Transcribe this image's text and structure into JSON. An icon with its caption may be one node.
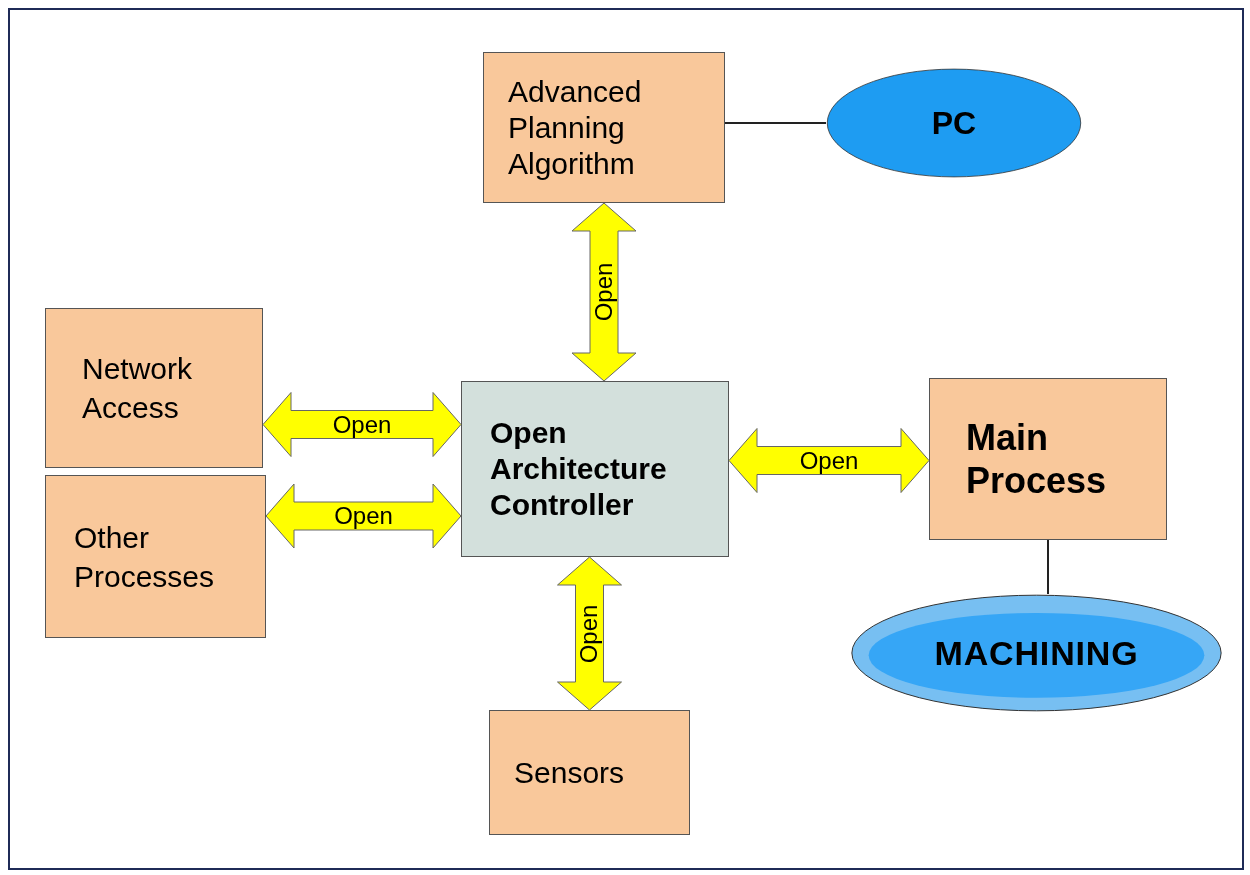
{
  "diagram": {
    "nodes": [
      {
        "text": [
          "Advanced Planning Algorithm"
        ]
      },
      {
        "text": [
          "PC"
        ]
      },
      {
        "text": [
          "Network Access"
        ]
      },
      {
        "text": [
          "Open Architecture Controller"
        ]
      },
      {
        "text": [
          "Main Process"
        ]
      },
      {
        "text": [
          "Other Processes"
        ]
      },
      {
        "text": [
          "MACHINING"
        ]
      },
      {
        "text": [
          "Sensors"
        ]
      }
    ],
    "edges": [
      {
        "from": 0,
        "to": 1,
        "arrow": "none"
      },
      {
        "from": 0,
        "to": 3,
        "arrow": "both",
        "label": "Open"
      },
      {
        "from": 2,
        "to": 3,
        "arrow": "both",
        "label": "Open"
      },
      {
        "from": 5,
        "to": 3,
        "arrow": "both",
        "label": "Open"
      },
      {
        "from": 3,
        "to": 4,
        "arrow": "both",
        "label": "Open"
      },
      {
        "from": 4,
        "to": 6,
        "arrow": "none"
      },
      {
        "from": 3,
        "to": 7,
        "arrow": "both",
        "label": "Open"
      }
    ]
  }
}
